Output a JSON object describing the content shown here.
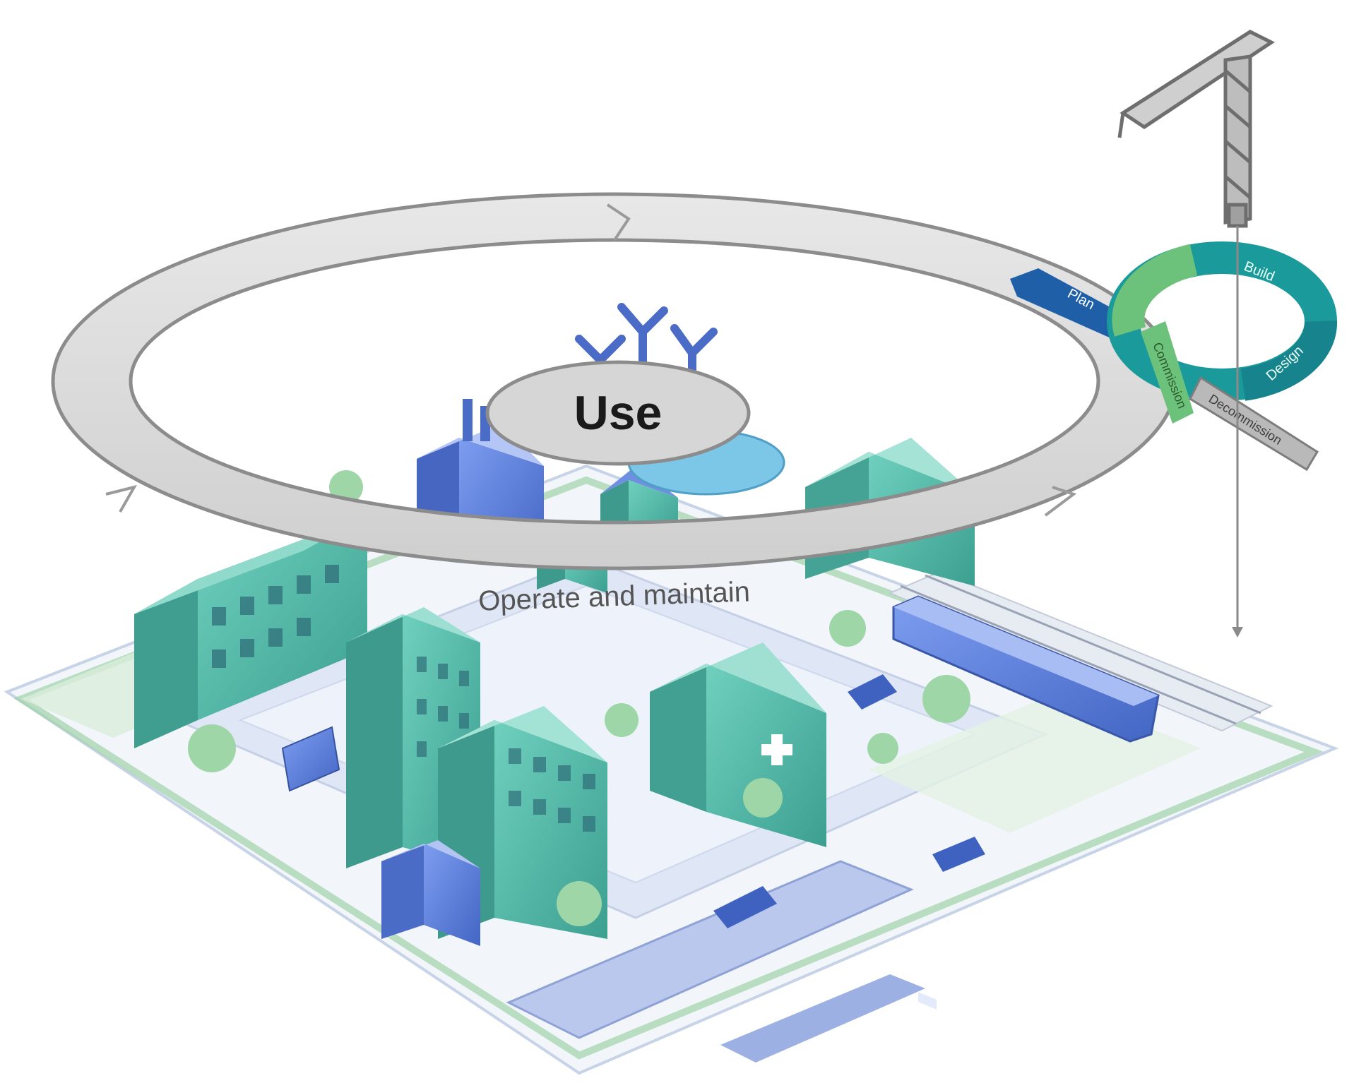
{
  "diagram": {
    "center_label": "Use",
    "outer_ring_label": "Operate and maintain",
    "small_ring": {
      "segments": [
        "Plan",
        "Build",
        "Design",
        "Commission"
      ],
      "exit_label": "Decommission"
    }
  },
  "colors": {
    "ring_fill": "#dcdcdc",
    "ring_stroke": "#8c8c8c",
    "building_teal": "#4bb5a4",
    "building_blue": "#5b7fd6",
    "accent_dark_blue": "#1f5fa8",
    "accent_teal_dark": "#1a8c8c",
    "accent_green": "#6cc27a",
    "ground": "#f1f6fb",
    "road": "#dfe7f6",
    "grass": "#d7ecd9"
  },
  "icons": [
    "construction-crane-icon",
    "wind-turbine-icon",
    "hospital-cross-icon",
    "train-icon",
    "car-icon",
    "truck-icon",
    "tree-icon"
  ]
}
